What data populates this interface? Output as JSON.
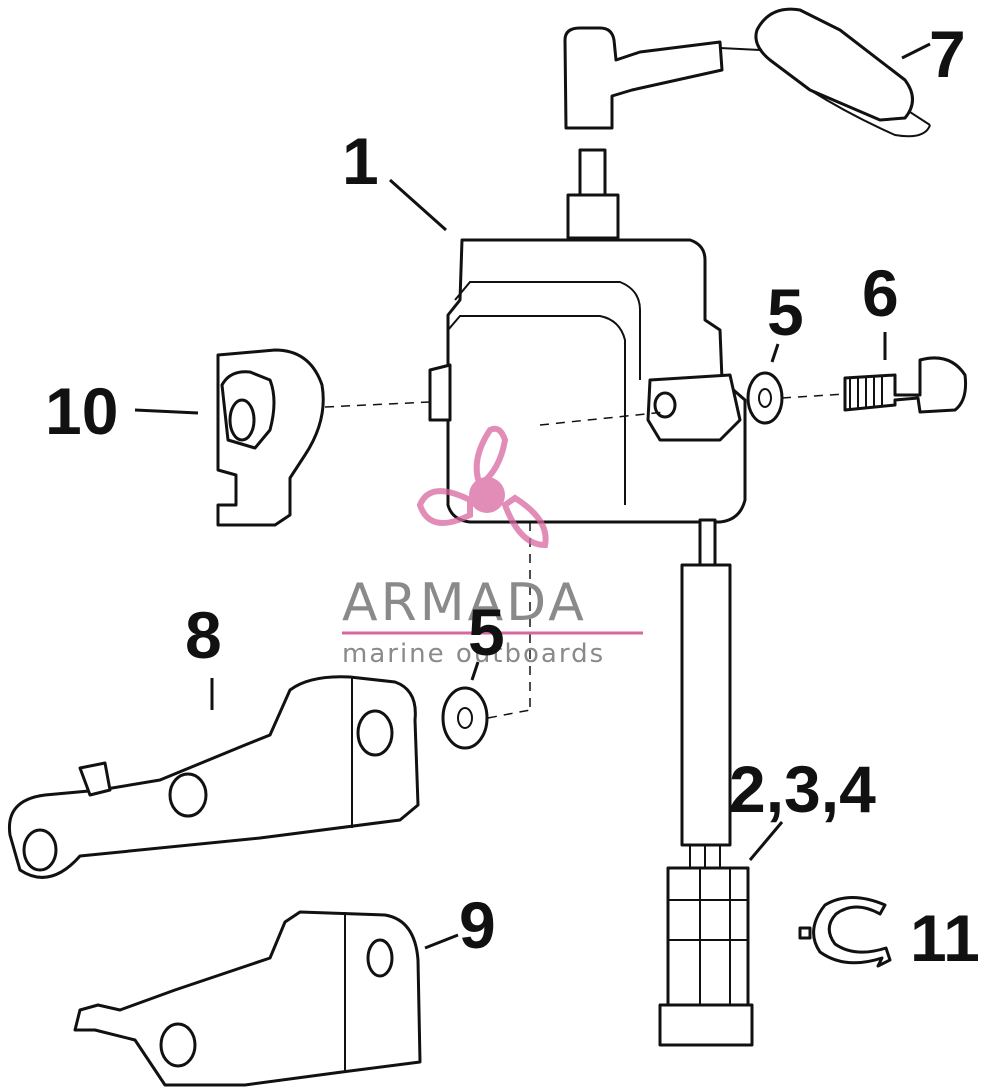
{
  "callouts": {
    "c1": "1",
    "c234": "2,3,4",
    "c5a": "5",
    "c5b": "5",
    "c6": "6",
    "c7": "7",
    "c8": "8",
    "c9": "9",
    "c10": "10",
    "c11": "11"
  },
  "watermark": {
    "name": "ARMADA",
    "tagline": "marine outboards",
    "accent_color": "#d8679f"
  }
}
